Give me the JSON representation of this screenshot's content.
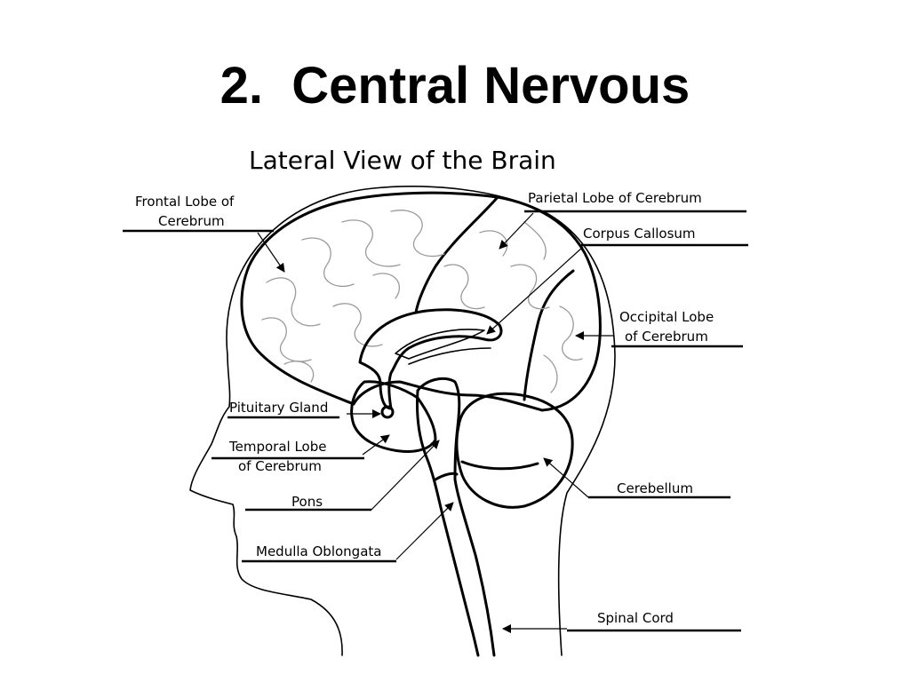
{
  "slide": {
    "title": "2.  Central Nervous"
  },
  "diagram": {
    "heading": "Lateral View of the Brain",
    "labels": {
      "frontal_lobe": [
        "Frontal Lobe of",
        "Cerebrum"
      ],
      "parietal_lobe": "Parietal Lobe of Cerebrum",
      "corpus_callosum": "Corpus Callosum",
      "occipital_lobe": [
        "Occipital Lobe",
        "of Cerebrum"
      ],
      "pituitary_gland": "Pituitary Gland",
      "temporal_lobe": [
        "Temporal Lobe",
        "of Cerebrum"
      ],
      "pons": "Pons",
      "cerebellum": "Cerebellum",
      "medulla_oblongata": "Medulla Oblongata",
      "spinal_cord": "Spinal Cord"
    }
  }
}
